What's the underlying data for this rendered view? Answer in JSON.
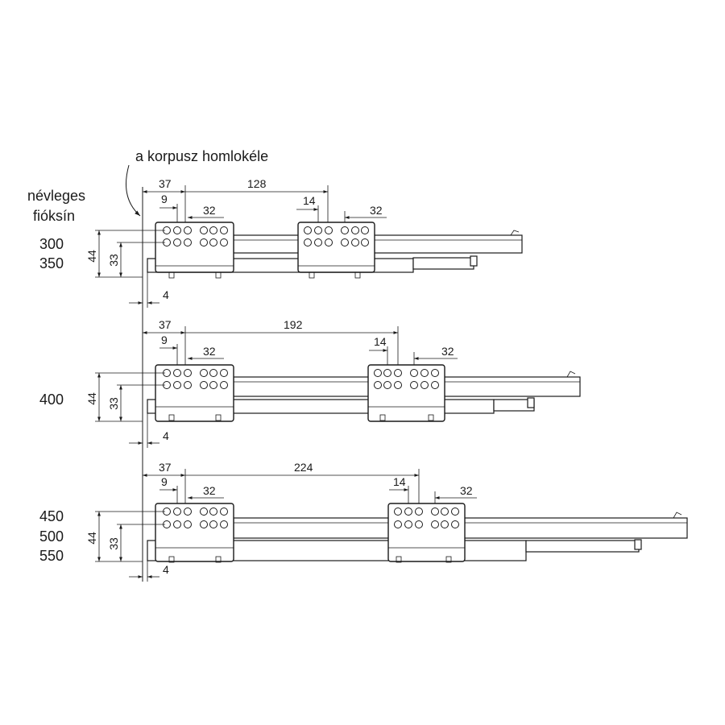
{
  "header": {
    "front_edge_label": "a korpusz homlokéle",
    "nominal_label_line1": "névleges",
    "nominal_label_line2": "fióksín"
  },
  "rows": [
    {
      "lengths": [
        "300",
        "350"
      ],
      "dim_37": "37",
      "dim_9": "9",
      "dim_32a": "32",
      "dim_spacing": "128",
      "dim_14": "14",
      "dim_32b": "32",
      "dim_44": "44",
      "dim_33": "33",
      "dim_4": "4"
    },
    {
      "lengths": [
        "400"
      ],
      "dim_37": "37",
      "dim_9": "9",
      "dim_32a": "32",
      "dim_spacing": "192",
      "dim_14": "14",
      "dim_32b": "32",
      "dim_44": "44",
      "dim_33": "33",
      "dim_4": "4"
    },
    {
      "lengths": [
        "450",
        "500",
        "550"
      ],
      "dim_37": "37",
      "dim_9": "9",
      "dim_32a": "32",
      "dim_spacing": "224",
      "dim_14": "14",
      "dim_32b": "32",
      "dim_44": "44",
      "dim_33": "33",
      "dim_4": "4"
    }
  ]
}
